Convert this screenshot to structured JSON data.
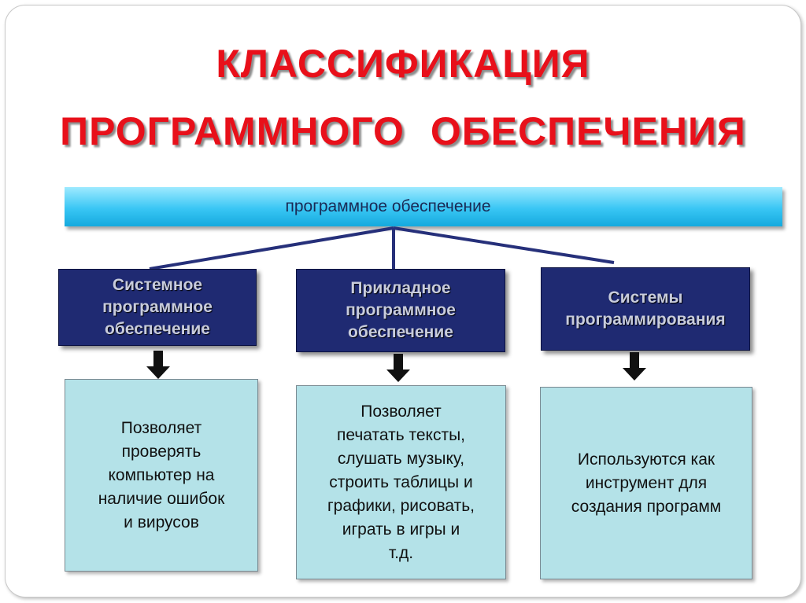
{
  "title": {
    "line1": "КЛАССИФИКАЦИЯ",
    "line2": "ПРОГРАММНОГО ОБЕСПЕЧЕНИЯ"
  },
  "root": {
    "label": "программное обеспечение"
  },
  "categories": [
    {
      "label": "Системное\nпрограммное\nобеспечение",
      "description": "Позволяет\nпроверять\nкомпьютер на\nналичие ошибок\nи вирусов"
    },
    {
      "label": "Прикладное\nпрограммное\nобеспечение",
      "description": "Позволяет\nпечатать тексты,\nслушать музыку,\nстроить таблицы и\nграфики, рисовать,\nиграть в игры и\nт.д."
    },
    {
      "label": "Системы\nпрограммирования",
      "description": "Используются как\nинструмент для\nсоздания программ"
    }
  ],
  "colors": {
    "title": "#e8101a",
    "root_bar": "#39c6f4",
    "category_box": "#1f2a72",
    "description_box": "#b4e2e8"
  }
}
